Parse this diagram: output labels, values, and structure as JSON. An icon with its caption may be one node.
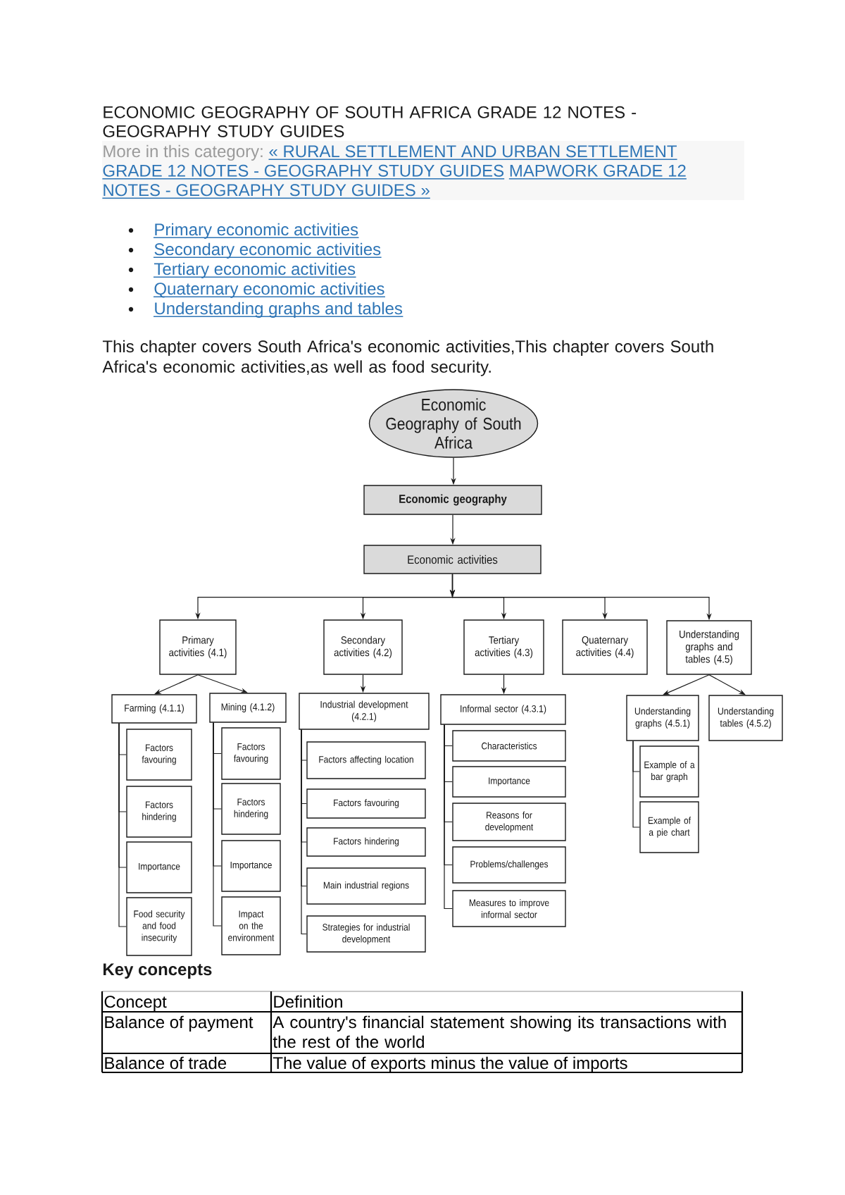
{
  "diagram": {
    "title": "ECONOMIC GEOGRAPHY OF SOUTH AFRICA GRADE 12 NOTES - GEOGRAPHY STUDY GUIDES",
    "nodes": [
      {
        "text": [
          "Economic Geography of South Africa"
        ]
      },
      {
        "text": [
          "Economic geography"
        ]
      },
      {
        "text": [
          "Economic activities"
        ]
      },
      {
        "text": [
          "Primary activities (4.1)"
        ]
      },
      {
        "text": [
          "Secondary activities (4.2)"
        ]
      },
      {
        "text": [
          "Tertiary activities (4.3)"
        ]
      },
      {
        "text": [
          "Quaternary activities (4.4)"
        ]
      },
      {
        "text": [
          "Understanding graphs and tables (4.5)"
        ]
      },
      {
        "text": [
          "Farming (4.1.1)"
        ]
      },
      {
        "text": [
          "Mining (4.1.2)"
        ]
      },
      {
        "text": [
          "Industrial development (4.2.1)"
        ]
      },
      {
        "text": [
          "Informal sector (4.3.1)"
        ]
      },
      {
        "text": [
          "Understanding graphs (4.5.1)"
        ]
      },
      {
        "text": [
          "Understanding tables (4.5.2)"
        ]
      },
      {
        "text": [
          "Factors favouring"
        ]
      },
      {
        "text": [
          "Factors hindering"
        ]
      },
      {
        "text": [
          "Importance"
        ]
      },
      {
        "text": [
          "Food security and food insecurity"
        ]
      },
      {
        "text": [
          "Factors favouring"
        ]
      },
      {
        "text": [
          "Factors hindering"
        ]
      },
      {
        "text": [
          "Importance"
        ]
      },
      {
        "text": [
          "Impact on the environment"
        ]
      },
      {
        "text": [
          "Factors affecting location"
        ]
      },
      {
        "text": [
          "Factors favouring"
        ]
      },
      {
        "text": [
          "Factors hindering"
        ]
      },
      {
        "text": [
          "Main industrial regions"
        ]
      },
      {
        "text": [
          "Strategies for industrial development"
        ]
      },
      {
        "text": [
          "Characteristics"
        ]
      },
      {
        "text": [
          "Importance"
        ]
      },
      {
        "text": [
          "Reasons for development"
        ]
      },
      {
        "text": [
          "Problems/challenges"
        ]
      },
      {
        "text": [
          "Measures to improve informal sector"
        ]
      },
      {
        "text": [
          "Example of a bar graph"
        ]
      },
      {
        "text": [
          "Example of a pie chart"
        ]
      }
    ],
    "edges": [
      {
        "from": 0,
        "to": 1,
        "arrow": "to"
      },
      {
        "from": 1,
        "to": 2,
        "arrow": "to"
      },
      {
        "from": 2,
        "to": 3,
        "arrow": "to"
      },
      {
        "from": 2,
        "to": 4,
        "arrow": "to"
      },
      {
        "from": 2,
        "to": 5,
        "arrow": "to"
      },
      {
        "from": 2,
        "to": 6,
        "arrow": "to"
      },
      {
        "from": 2,
        "to": 7,
        "arrow": "to"
      },
      {
        "from": 3,
        "to": 8,
        "arrow": "to"
      },
      {
        "from": 3,
        "to": 9,
        "arrow": "to"
      },
      {
        "from": 4,
        "to": 10,
        "arrow": "to"
      },
      {
        "from": 5,
        "to": 11,
        "arrow": "to"
      },
      {
        "from": 7,
        "to": 12,
        "arrow": "to"
      },
      {
        "from": 7,
        "to": 13,
        "arrow": "to"
      },
      {
        "from": 8,
        "to": 14,
        "arrow": "none"
      },
      {
        "from": 8,
        "to": 15,
        "arrow": "none"
      },
      {
        "from": 8,
        "to": 16,
        "arrow": "none"
      },
      {
        "from": 8,
        "to": 17,
        "arrow": "none"
      },
      {
        "from": 9,
        "to": 18,
        "arrow": "none"
      },
      {
        "from": 9,
        "to": 19,
        "arrow": "none"
      },
      {
        "from": 9,
        "to": 20,
        "arrow": "none"
      },
      {
        "from": 9,
        "to": 21,
        "arrow": "none"
      },
      {
        "from": 10,
        "to": 22,
        "arrow": "none"
      },
      {
        "from": 10,
        "to": 23,
        "arrow": "none"
      },
      {
        "from": 10,
        "to": 24,
        "arrow": "none"
      },
      {
        "from": 10,
        "to": 25,
        "arrow": "none"
      },
      {
        "from": 10,
        "to": 26,
        "arrow": "none"
      },
      {
        "from": 11,
        "to": 27,
        "arrow": "none"
      },
      {
        "from": 11,
        "to": 28,
        "arrow": "none"
      },
      {
        "from": 11,
        "to": 29,
        "arrow": "none"
      },
      {
        "from": 11,
        "to": 30,
        "arrow": "none"
      },
      {
        "from": 11,
        "to": 31,
        "arrow": "none"
      },
      {
        "from": 12,
        "to": 32,
        "arrow": "none"
      },
      {
        "from": 12,
        "to": 33,
        "arrow": "none"
      }
    ],
    "labels": [
      "More in this category:",
      "« RURAL SETTLEMENT AND URBAN SETTLEMENT GRADE 12 NOTES - GEOGRAPHY STUDY GUIDES",
      "MAPWORK GRADE 12 NOTES - GEOGRAPHY STUDY GUIDES »",
      "Primary economic activities",
      "Secondary economic activities",
      "Tertiary economic activities",
      "Quaternary economic activities",
      "Understanding graphs and tables",
      "This chapter covers South Africa's economic activities,This chapter covers South Africa's economic activities,as well as food security.",
      "Key concepts",
      "Concept",
      "Definition",
      "Balance of payment",
      "A country's financial statement showing its transactions with the rest of the world",
      "Balance of trade",
      "The value of exports minus the value of imports"
    ]
  }
}
